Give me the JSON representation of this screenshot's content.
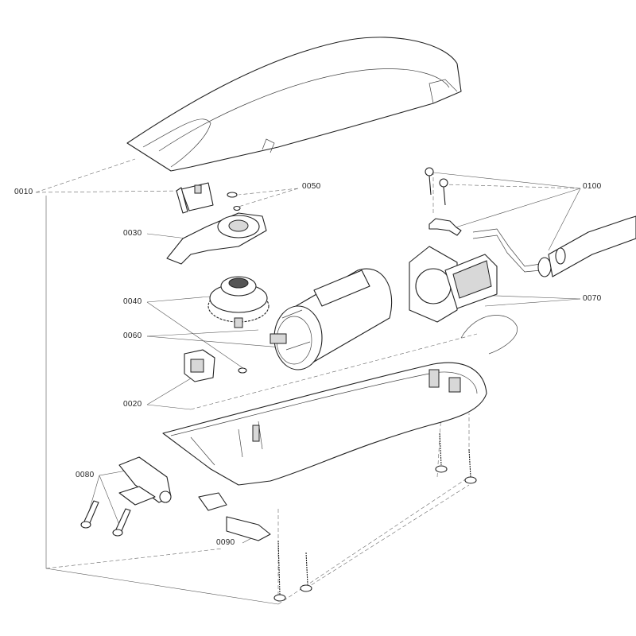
{
  "diagram": {
    "type": "exploded-parts-view",
    "labels": {
      "p0010": "0010",
      "p0020": "0020",
      "p0030": "0030",
      "p0040": "0040",
      "p0050": "0050",
      "p0060": "0060",
      "p0070": "0070",
      "p0080": "0080",
      "p0090": "0090",
      "p0100": "0100"
    }
  }
}
